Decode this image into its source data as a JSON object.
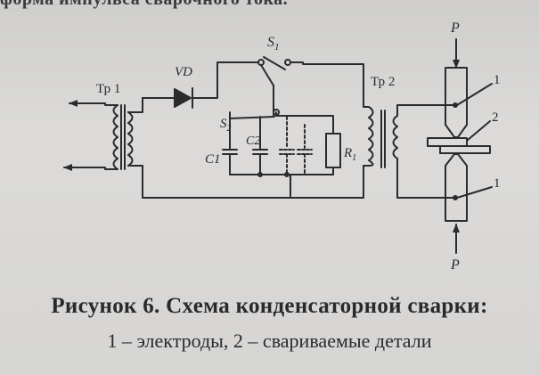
{
  "top_fragment": "форма импульса сварочного тока.",
  "labels": {
    "tr1": "Тр 1",
    "vd": "VD",
    "s1": "S",
    "s1_sub": "1",
    "s2": "S",
    "s2_sub": "2",
    "c1": "C1",
    "c2": "C2",
    "r1": "R",
    "r1_sub": "1",
    "tr2": "Тр 2",
    "p_top": "P",
    "p_bottom": "P",
    "callout_1_top": "1",
    "callout_2": "2",
    "callout_1_bottom": "1"
  },
  "caption": {
    "title": "Рисунок 6. Схема конденсаторной сварки:",
    "subtitle": "1 – электроды, 2 – свариваемые детали"
  },
  "colors": {
    "background": "#d9d8d6",
    "ink": "#2a2a2c"
  }
}
